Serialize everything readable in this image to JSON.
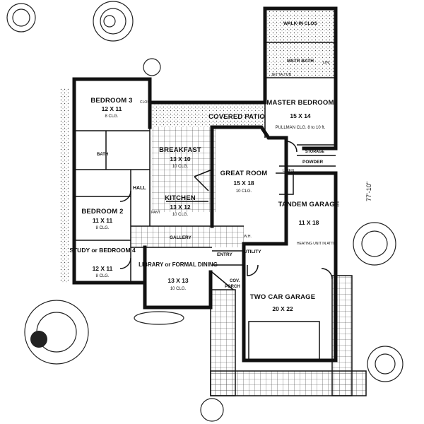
{
  "plan": {
    "overall_dim": "77'-10\"",
    "rooms": [
      {
        "id": "walkin",
        "name": "WALK-IN CLOS",
        "size": "",
        "clg": ""
      },
      {
        "id": "mbath",
        "name": "MSTR BATH",
        "size": "",
        "clg": ""
      },
      {
        "id": "master",
        "name": "MASTER BEDROOM",
        "size": "15 X 14",
        "clg": "PULLMAN CLG. 8 to 10 ft."
      },
      {
        "id": "bed3",
        "name": "BEDROOM 3",
        "size": "12 X 11",
        "clg": "8 CLG."
      },
      {
        "id": "covpatio",
        "name": "COVERED PATIO",
        "size": "",
        "clg": ""
      },
      {
        "id": "breakfast",
        "name": "BREAKFAST",
        "size": "13 X 10",
        "clg": "10 CLG."
      },
      {
        "id": "greatroom",
        "name": "GREAT ROOM",
        "size": "15 X 18",
        "clg": "10 CLG."
      },
      {
        "id": "kitchen",
        "name": "KITCHEN",
        "size": "13 X 12",
        "clg": "10 CLG."
      },
      {
        "id": "bed2",
        "name": "BEDROOM 2",
        "size": "11 X 11",
        "clg": "8 CLG."
      },
      {
        "id": "study",
        "name": "STUDY or BEDROOM 4",
        "size": "12 X 11",
        "clg": "8 CLG."
      },
      {
        "id": "library",
        "name": "LIBRARY or FORMAL DINING",
        "size": "13 X 13",
        "clg": "10 CLG."
      },
      {
        "id": "tandem",
        "name": "TANDEM GARAGE",
        "size": "11 X 18",
        "clg": ""
      },
      {
        "id": "garage",
        "name": "TWO CAR GARAGE",
        "size": "20 X 22",
        "clg": ""
      }
    ],
    "small_labels": {
      "jetta": "JETTA TUB",
      "lin1": "LIN.",
      "storage": "STORAGE",
      "powder": "POWDER",
      "linen": "LINEN",
      "clos": "CLOS.",
      "bath": "BATH",
      "hall": "HALL",
      "pantry": "PANT",
      "gallery": "GALLERY",
      "entry": "ENTRY",
      "utility": "UTILITY",
      "heating": "HEATING UNIT IN ATTIC",
      "covporch_1": "COV.",
      "covporch_2": "PORCH",
      "wh": "W.H."
    }
  }
}
